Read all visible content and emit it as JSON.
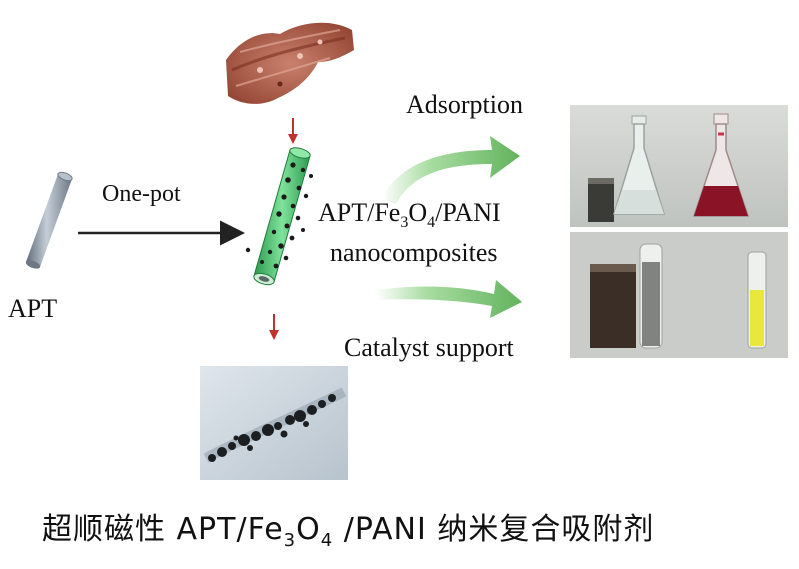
{
  "labels": {
    "one_pot": "One-pot",
    "apt": "APT",
    "adsorption": "Adsorption",
    "catalyst_support": "Catalyst support",
    "product_line1_parts": [
      "APT/Fe",
      "3",
      "O",
      "4",
      "/PANI"
    ],
    "product_line2": "nanocomposites"
  },
  "caption_parts": [
    "超顺磁性 APT/Fe",
    "3",
    "O",
    "4",
    " /PANI 纳米复合吸附剂"
  ],
  "colors": {
    "arrow_green": "#7ec87a",
    "arrow_dark": "#222222",
    "arrow_red": "#c0322b",
    "tube_green": "#3fbf6a",
    "rod_gray": "#8e9aa6"
  },
  "icons": {
    "apt_rod": "gray-nanorod-icon",
    "composite": "green-tube-with-particles-icon",
    "sem": "sem-micrograph-image",
    "tem": "tem-micrograph-image",
    "flasks": "flask-photo",
    "vials": "magnet-vial-photo"
  }
}
